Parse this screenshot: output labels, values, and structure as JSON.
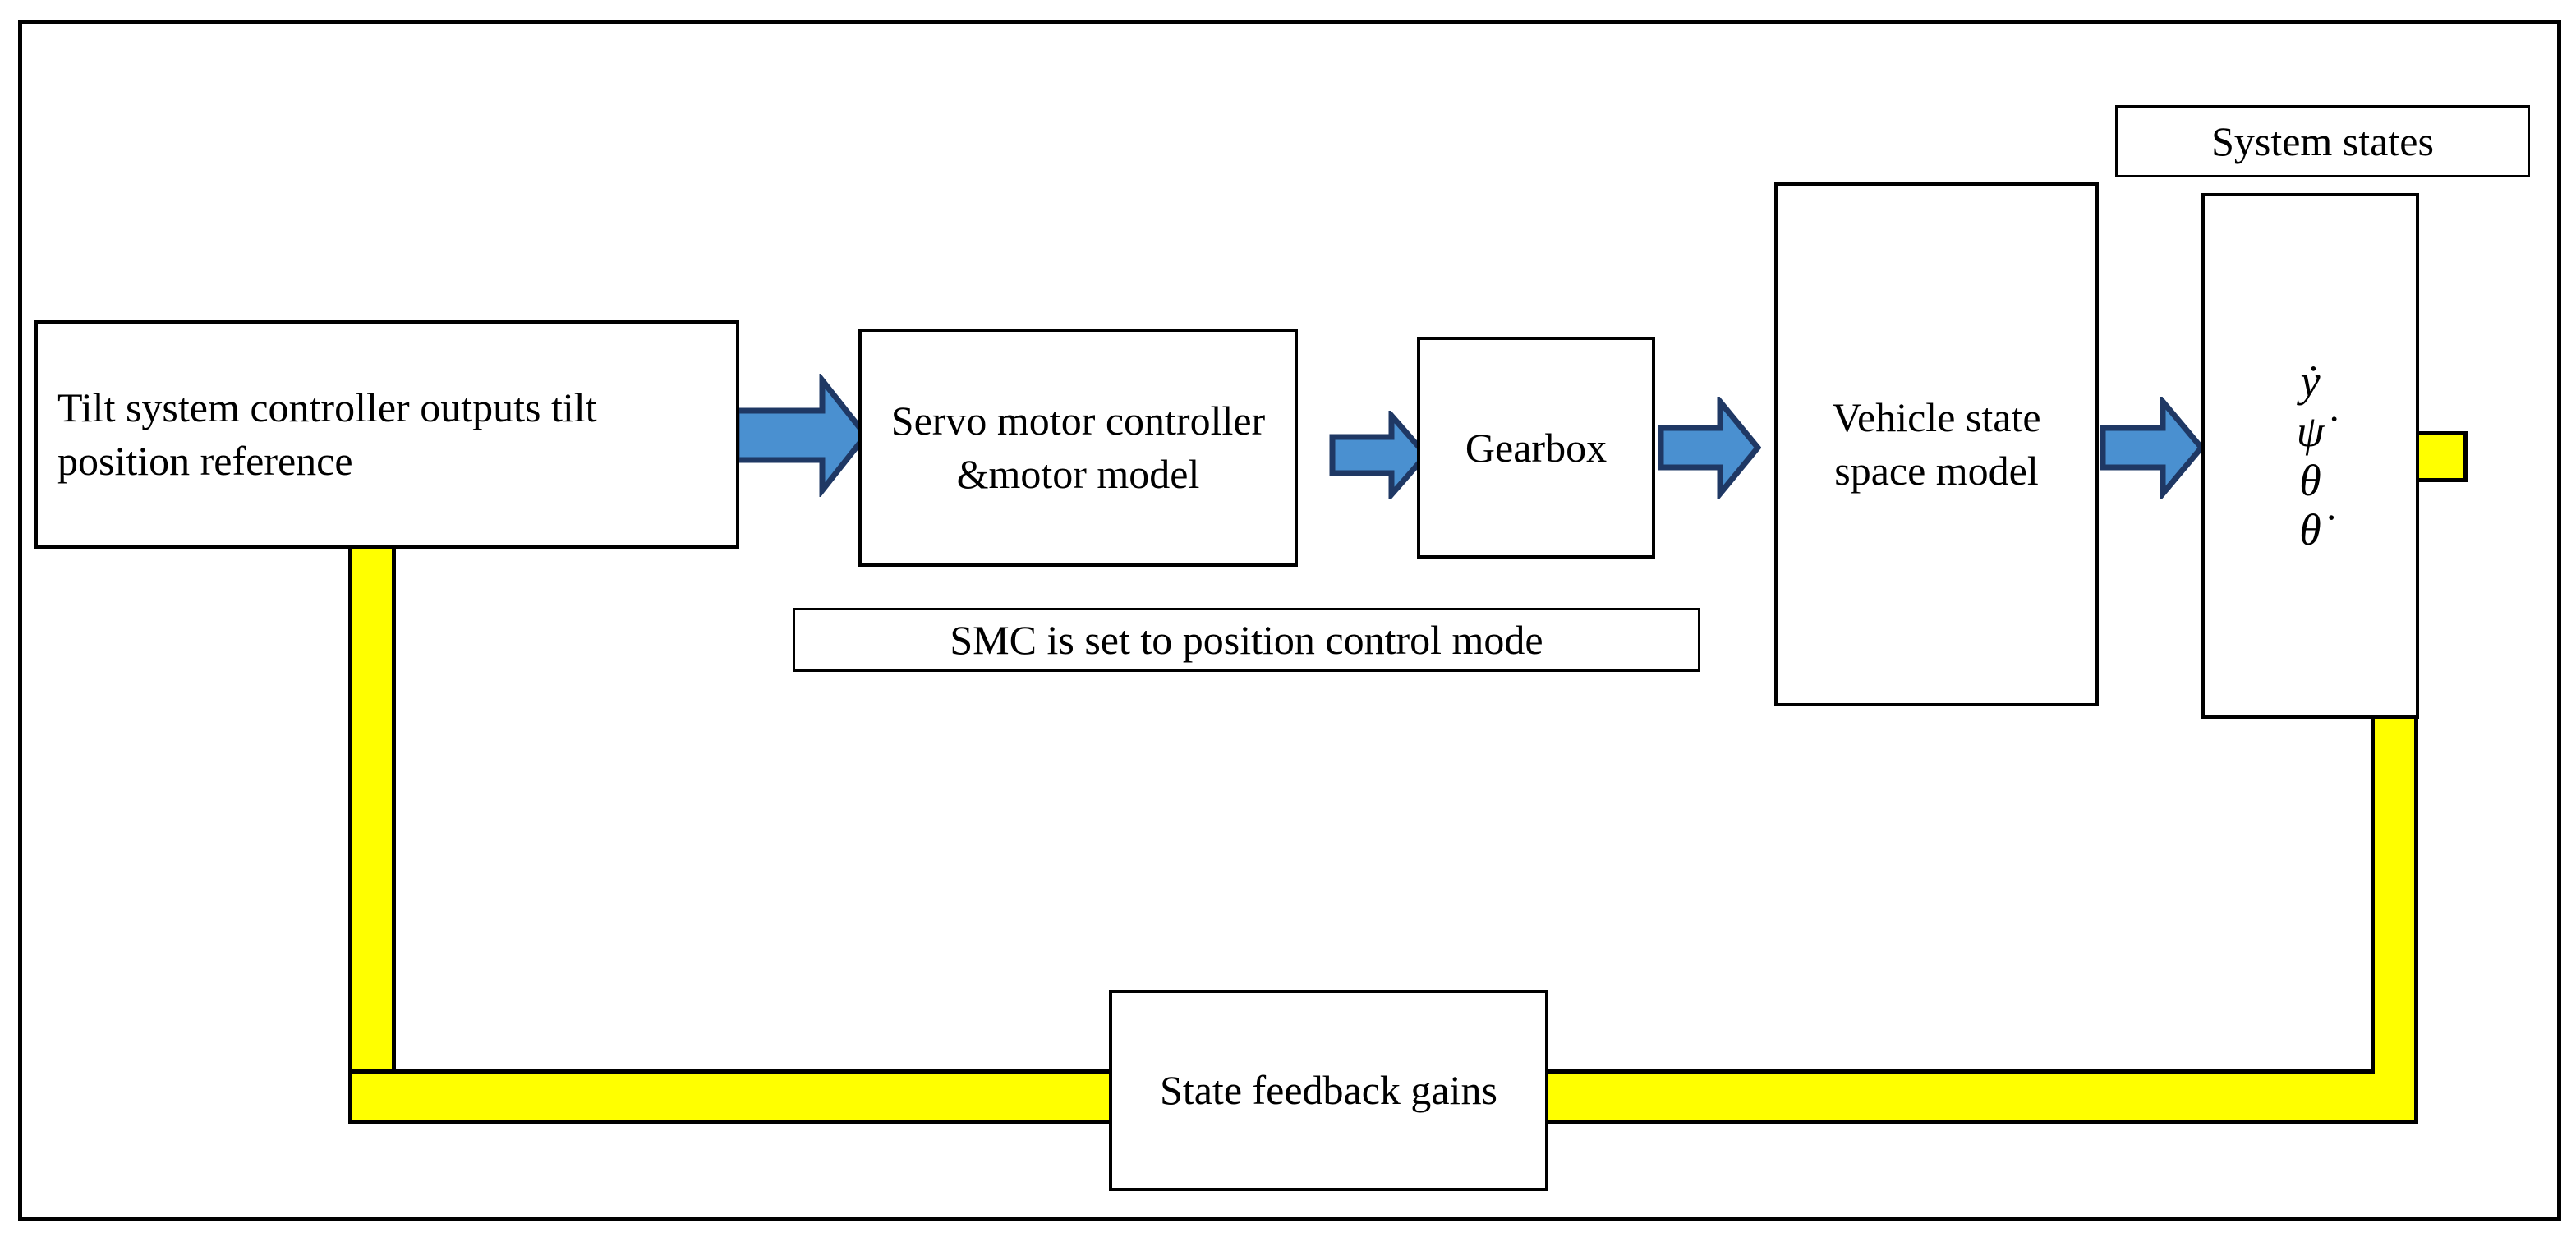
{
  "diagram": {
    "title_label": "System states",
    "blocks": {
      "controller": "Tilt system controller outputs tilt position reference",
      "servo": "Servo motor controller &motor model",
      "gearbox": "Gearbox",
      "vehicle": "Vehicle state space model",
      "feedback": "State feedback gains",
      "smc_note": "SMC is set to position control mode"
    },
    "state_variables": [
      "ẏ",
      "ψ̇",
      "θ",
      "θ̇"
    ],
    "colors": {
      "arrow_fill": "#4A90D0",
      "arrow_stroke": "#1F3864",
      "signal_line": "#FFFF00",
      "border": "#000000",
      "background": "#FFFFFF"
    }
  },
  "chart_data": {
    "type": "diagram",
    "title": "System states",
    "nodes": [
      {
        "id": "controller",
        "label": "Tilt system controller outputs tilt position reference"
      },
      {
        "id": "servo",
        "label": "Servo motor controller &motor model"
      },
      {
        "id": "gearbox",
        "label": "Gearbox"
      },
      {
        "id": "vehicle",
        "label": "Vehicle state space model"
      },
      {
        "id": "states",
        "label": "ẏ ψ̇ θ θ̇"
      },
      {
        "id": "feedback",
        "label": "State feedback gains"
      }
    ],
    "annotations": [
      "SMC is set to position control mode",
      "System states"
    ],
    "edges": [
      {
        "from": "controller",
        "to": "servo",
        "style": "blue-block-arrow"
      },
      {
        "from": "servo",
        "to": "gearbox",
        "style": "blue-block-arrow"
      },
      {
        "from": "gearbox",
        "to": "vehicle",
        "style": "blue-block-arrow"
      },
      {
        "from": "vehicle",
        "to": "states",
        "style": "blue-block-arrow"
      },
      {
        "from": "states",
        "to": "feedback",
        "style": "yellow-conduit"
      },
      {
        "from": "feedback",
        "to": "controller",
        "style": "yellow-conduit"
      }
    ]
  }
}
